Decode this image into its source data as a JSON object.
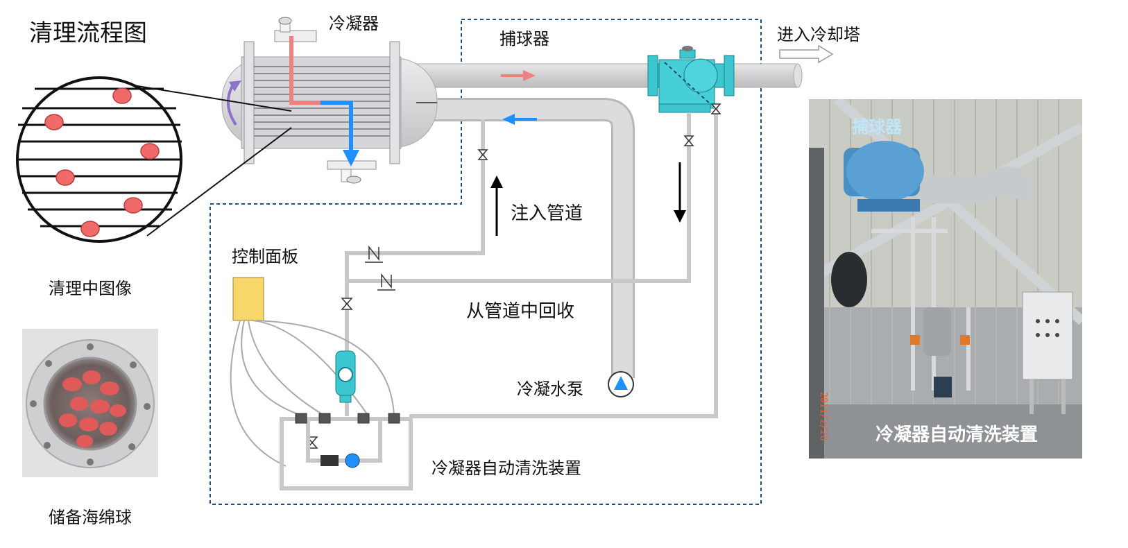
{
  "title": "清理流程图",
  "labels": {
    "condenser": "冷凝器",
    "ball_catcher": "捕球器",
    "to_cooling_tower": "进入冷却塔",
    "cleaning_image": "清理中图像",
    "spare_sponge_balls": "储备海绵球",
    "control_panel": "控制面板",
    "injection_pipe": "注入管道",
    "recovery_pipe": "从管道中回收",
    "condensate_pump": "冷凝水泵",
    "auto_cleaning_device": "冷凝器自动清洗装置"
  },
  "photo": {
    "ball_catcher": "捕球器",
    "auto_cleaning_device": "冷凝器自动清洗装置",
    "date_stamp": "2011/2/28"
  },
  "colors": {
    "pipe_gray": "#d4d4d6",
    "hot_flow": "#f08080",
    "cold_flow": "#1e90ff",
    "catcher_teal": "#3cc6cf",
    "control_panel_yellow": "#f7d66a",
    "sponge_ball": "#f06a6a",
    "dashed_boundary": "#1d4f80",
    "return_arrow_purple": "#8a73c9"
  }
}
